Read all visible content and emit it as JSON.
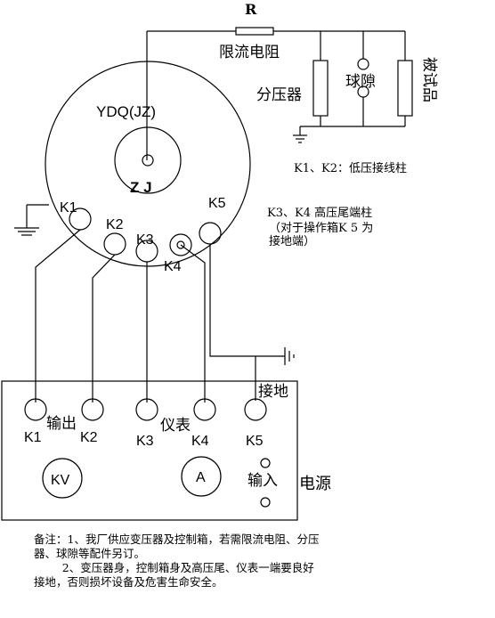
{
  "top": {
    "resistor_symbol": "R",
    "resistor_label": "限流电阻",
    "divider_label": "分压器",
    "sphere_gap_label": "球隙",
    "test_object_label": "被试品"
  },
  "transformer": {
    "title": "YDQ(JZ)",
    "center_label": "Z J",
    "terminals": [
      "K1",
      "K2",
      "K3",
      "K4",
      "K5"
    ]
  },
  "legend": {
    "k1k2": "K1、K2：低压接线柱",
    "k3k4_line1": "K3、K4 高压尾端柱",
    "k3k4_line2": "（对于操作箱K 5 为",
    "k3k4_line3": "接地端）"
  },
  "control_box": {
    "terminal_labels": [
      "K1",
      "K2",
      "K3",
      "K4",
      "K5"
    ],
    "output_label": "输出",
    "meter_label": "仪表",
    "ground_label": "接地",
    "input_label": "输入",
    "power_label": "电源",
    "kv_meter": "KV",
    "amp_meter": "A"
  },
  "notes": {
    "line1": "备注：1、我厂供应变压器及控制箱，若需限流电阻、分压",
    "line2": "器、球隙等配件另订。",
    "line3": "        2、变压器身，控制箱身及高压尾、仪表一端要良好",
    "line4": "接地，否则损坏设备及危害生命安全。"
  }
}
